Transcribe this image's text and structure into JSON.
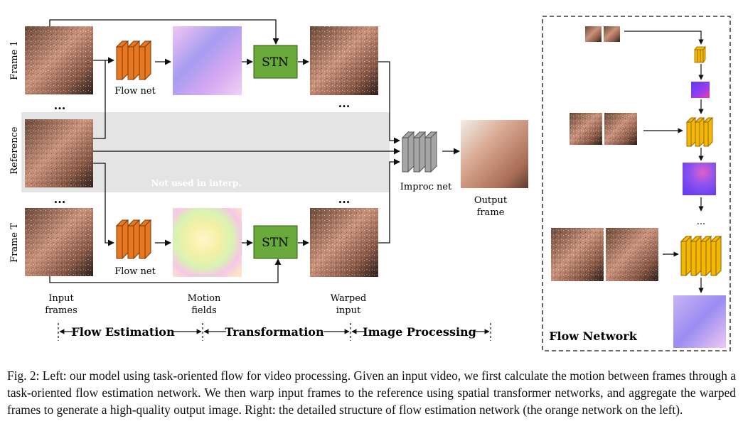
{
  "figure": {
    "row_labels": [
      "Frame 1",
      "Reference",
      "Frame T"
    ],
    "dots": "...",
    "flow_net_label": "Flow net",
    "stn_label": "STN",
    "not_used_label": "Not used in interp.",
    "improc_label": "Improc net",
    "output_label": [
      "Output",
      "frame"
    ],
    "col_labels": {
      "input": [
        "Input",
        "frames"
      ],
      "motion": [
        "Motion",
        "fields"
      ],
      "warped": [
        "Warped",
        "input"
      ]
    },
    "stages": [
      "Flow Estimation",
      "Transformation",
      "Image Processing"
    ],
    "flow_network_title": "Flow Network",
    "colors": {
      "flow_net": "#e87722",
      "stn": "#6aaa3a",
      "improc": "#a6a6a6",
      "flow_network_blocks": "#f5b800",
      "reference_band": "#e4e4e4"
    }
  },
  "caption": "Fig. 2: Left: our model using task-oriented flow for video processing. Given an input video, we first calculate the motion between frames through a task-oriented flow estimation network. We then warp input frames to the reference using spatial transformer networks, and aggregate the warped frames to generate a high-quality output image. Right: the detailed structure of flow estimation network (the orange network on the left)."
}
